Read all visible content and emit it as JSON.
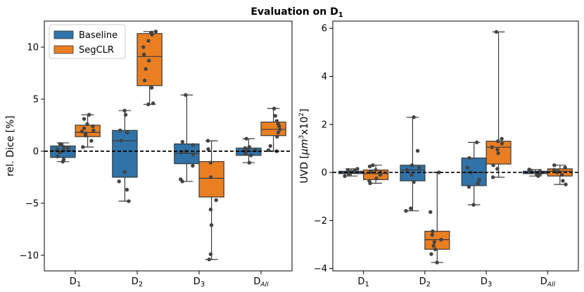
{
  "figure_title": {
    "text": "Evaluation on D",
    "sub": "1"
  },
  "colors": {
    "Baseline": "#2f73a8",
    "SegCLR": "#ea7f22",
    "dot": "#444444",
    "whisker": "#3a3a3a"
  },
  "chart_data": [
    {
      "type": "box",
      "ylabel": "rel. Dice [%]",
      "ylim": [
        -11.5,
        12.5
      ],
      "yticks": [
        -10,
        -5,
        0,
        5,
        10
      ],
      "reference_line": 0,
      "grid": false,
      "legend": {
        "placement": "top-left",
        "entries": [
          "Baseline",
          "SegCLR"
        ]
      },
      "categories": [
        {
          "main": "D",
          "sub": "1"
        },
        {
          "main": "D",
          "sub": "2"
        },
        {
          "main": "D",
          "sub": "3"
        },
        {
          "main": "D",
          "sub": "All"
        }
      ],
      "series": [
        {
          "name": "Baseline",
          "boxes": [
            {
              "whislo": -1.0,
              "q1": -0.6,
              "med": 0.05,
              "q3": 0.5,
              "whishi": 0.8,
              "points": [
                -1.0,
                -0.8,
                -0.5,
                -0.1,
                0.0,
                0.1,
                0.2,
                0.3,
                0.4,
                0.6,
                0.7
              ]
            },
            {
              "whislo": -4.8,
              "q1": -2.5,
              "med": 1.0,
              "q3": 2.0,
              "whishi": 3.9,
              "points": [
                -4.8,
                -3.7,
                -2.9,
                -2.0,
                1.0,
                1.8,
                2.0,
                3.5,
                3.9
              ]
            },
            {
              "whislo": -2.9,
              "q1": -1.2,
              "med": -0.2,
              "q3": 0.7,
              "whishi": 5.4,
              "points": [
                -2.9,
                -2.7,
                -1.4,
                -0.3,
                -0.1,
                0.0,
                0.6,
                0.9,
                5.4
              ]
            },
            {
              "whislo": -1.1,
              "q1": -0.4,
              "med": 0.0,
              "q3": 0.3,
              "whishi": 1.2,
              "points": [
                -1.1,
                -0.4,
                -0.2,
                0.0,
                0.1,
                0.2,
                0.3,
                0.4,
                1.2
              ]
            }
          ]
        },
        {
          "name": "SegCLR",
          "boxes": [
            {
              "whislo": 0.4,
              "q1": 1.4,
              "med": 1.8,
              "q3": 2.5,
              "whishi": 3.5,
              "points": [
                0.4,
                1.0,
                1.5,
                1.7,
                1.9,
                2.0,
                2.2,
                2.4,
                2.6,
                3.1,
                3.5
              ]
            },
            {
              "whislo": 4.5,
              "q1": 6.3,
              "med": 9.1,
              "q3": 11.3,
              "whishi": 11.5,
              "points": [
                4.5,
                4.6,
                6.1,
                6.8,
                7.9,
                8.7,
                9.3,
                10.0,
                10.6,
                11.2,
                11.4,
                11.5
              ]
            },
            {
              "whislo": -10.4,
              "q1": -4.4,
              "med": -2.6,
              "q3": -1.0,
              "whishi": 1.0,
              "points": [
                -10.4,
                -9.9,
                -7.1,
                -5.6,
                -4.7,
                -2.5,
                -1.1,
                0.2,
                1.0
              ]
            },
            {
              "whislo": 0.0,
              "q1": 1.5,
              "med": 2.1,
              "q3": 2.8,
              "whishi": 4.1,
              "points": [
                0.0,
                0.1,
                0.5,
                1.4,
                1.8,
                2.1,
                2.4,
                2.6,
                2.9,
                3.4,
                4.1
              ]
            }
          ]
        }
      ]
    },
    {
      "type": "box",
      "ylabel": {
        "main": "UVD [",
        "unit": "μm",
        "unit_sup": "3",
        "mult": "x10",
        "mult_sup": "2",
        "end": "]"
      },
      "ylim": [
        -4.1,
        6.3
      ],
      "yticks": [
        -4,
        -2,
        0,
        2,
        4,
        6
      ],
      "reference_line": 0,
      "grid": false,
      "categories": [
        {
          "main": "D",
          "sub": "1"
        },
        {
          "main": "D",
          "sub": "2"
        },
        {
          "main": "D",
          "sub": "3"
        },
        {
          "main": "D",
          "sub": "All"
        }
      ],
      "series": [
        {
          "name": "Baseline",
          "boxes": [
            {
              "whislo": -0.15,
              "q1": -0.05,
              "med": 0.0,
              "q3": 0.05,
              "whishi": 0.15,
              "points": [
                -0.15,
                -0.08,
                -0.03,
                0.0,
                0.02,
                0.05,
                0.08,
                0.1,
                0.15
              ]
            },
            {
              "whislo": -1.6,
              "q1": -0.35,
              "med": 0.1,
              "q3": 0.3,
              "whishi": 2.3,
              "points": [
                -1.6,
                -1.5,
                -0.4,
                -0.1,
                0.1,
                0.2,
                0.3,
                0.9,
                2.3
              ]
            },
            {
              "whislo": -1.35,
              "q1": -0.55,
              "med": 0.0,
              "q3": 0.6,
              "whishi": 1.25,
              "points": [
                -1.35,
                -0.6,
                -0.45,
                -0.3,
                0.0,
                0.2,
                0.6,
                1.25
              ]
            },
            {
              "whislo": -0.15,
              "q1": -0.05,
              "med": 0.0,
              "q3": 0.05,
              "whishi": 0.12,
              "points": [
                -0.15,
                -0.1,
                -0.05,
                0.0,
                0.05,
                0.08,
                0.12
              ]
            }
          ]
        },
        {
          "name": "SegCLR",
          "boxes": [
            {
              "whislo": -0.45,
              "q1": -0.3,
              "med": -0.05,
              "q3": 0.1,
              "whishi": 0.3,
              "points": [
                -0.45,
                -0.35,
                -0.25,
                -0.1,
                0.0,
                0.05,
                0.1,
                0.25,
                0.3
              ]
            },
            {
              "whislo": -3.75,
              "q1": -3.2,
              "med": -2.8,
              "q3": -2.45,
              "whishi": 0.0,
              "points": [
                -3.75,
                -3.4,
                -3.2,
                -3.05,
                -2.9,
                -2.8,
                -2.6,
                -2.45,
                -1.65,
                0.0
              ]
            },
            {
              "whislo": -0.2,
              "q1": 0.35,
              "med": 1.05,
              "q3": 1.3,
              "whishi": 5.85,
              "points": [
                -0.2,
                0.15,
                0.3,
                0.8,
                0.95,
                1.05,
                1.2,
                1.3,
                1.4,
                5.85
              ]
            },
            {
              "whislo": -0.5,
              "q1": -0.15,
              "med": 0.05,
              "q3": 0.15,
              "whishi": 0.3,
              "points": [
                -0.5,
                -0.35,
                -0.1,
                0.0,
                0.05,
                0.1,
                0.2,
                0.3
              ]
            }
          ]
        }
      ]
    }
  ]
}
